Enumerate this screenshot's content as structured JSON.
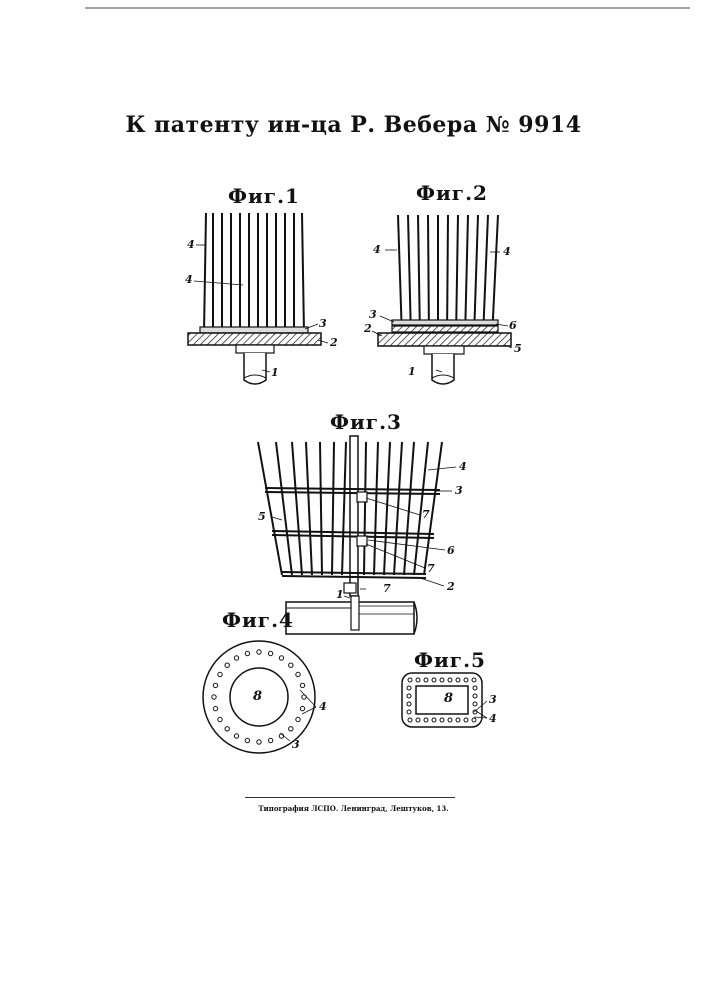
{
  "title": "К патенту ин-ца Р. Вебера № 9914",
  "figures": {
    "fig1": "Фиг.1",
    "fig2": "Фиг.2",
    "fig3": "Фиг.3",
    "fig4": "Фиг.4",
    "fig5": "Фиг.5"
  },
  "callouts": {
    "f1": [
      "4",
      "4",
      "3",
      "2",
      "1"
    ],
    "f2": [
      "4",
      "4",
      "3",
      "6",
      "2",
      "5",
      "1"
    ],
    "f3": [
      "4",
      "3",
      "5",
      "7",
      "6",
      "7",
      "2",
      "7",
      "1"
    ],
    "f4": [
      "8",
      "4",
      "3"
    ],
    "f5": [
      "8",
      "3",
      "4"
    ]
  },
  "footer": "Типография ЛСПО. Ленинград, Лештуков, 13."
}
